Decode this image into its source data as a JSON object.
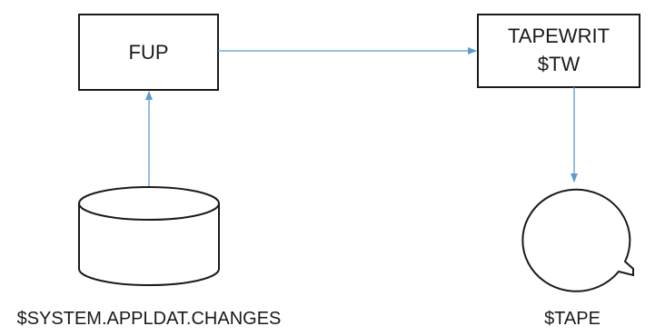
{
  "nodes": {
    "fup": {
      "label": "FUP"
    },
    "tapewrit": {
      "line1": "TAPEWRIT",
      "line2": "$TW"
    },
    "disk": {
      "label": "$SYSTEM.APPLDAT.CHANGES"
    },
    "tape": {
      "label": "$TAPE"
    }
  },
  "edges": [
    {
      "from": "disk",
      "to": "fup"
    },
    {
      "from": "fup",
      "to": "tapewrit"
    },
    {
      "from": "tapewrit",
      "to": "tape"
    }
  ],
  "colors": {
    "shape_stroke": "#1a1a1a",
    "arrow": "#5b9bd5",
    "text": "#1a1a1a",
    "background": "#ffffff"
  }
}
